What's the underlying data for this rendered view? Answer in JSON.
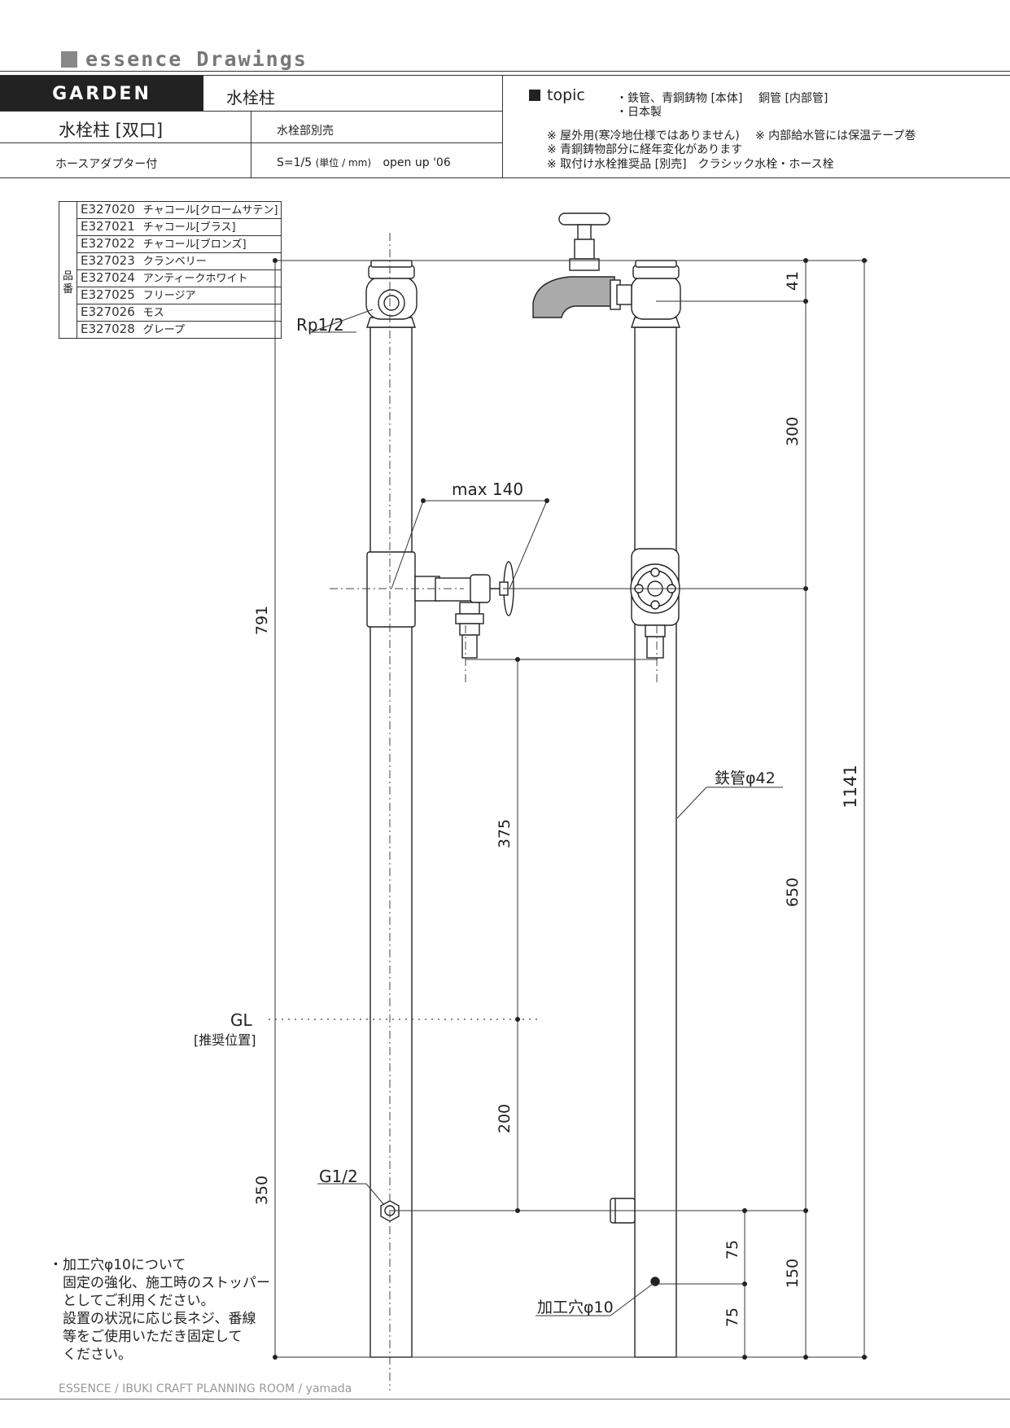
{
  "header": {
    "brand": "essence Drawings",
    "category": "GARDEN",
    "product_group": "水栓柱",
    "product_name": "水栓柱 [双口]",
    "faucet_sold_separately": "水栓部別売",
    "hose_adapter": "ホースアダプター付",
    "scale": "S=1/5",
    "unit": "(単位 / mm)",
    "open_up": "open up '06"
  },
  "topic": {
    "title": "topic",
    "material_line": "・鉄管、青銅鋳物 [本体]",
    "inner_pipe": "銅管 [内部管]",
    "made_in": "・日本製",
    "notes": [
      "※ 屋外用(寒冷地仕様ではありません)",
      "※ 内部給水管には保温テープ巻",
      "※ 青銅鋳物部分に経年変化があります",
      "※ 取付け水栓推奨品 [別売]　クラシック水栓・ホース栓"
    ]
  },
  "codes": {
    "label_top": "品",
    "label_bottom": "番",
    "items": [
      {
        "code": "E327020",
        "name": "チャコール[クロームサテン]"
      },
      {
        "code": "E327021",
        "name": "チャコール[ブラス]"
      },
      {
        "code": "E327022",
        "name": "チャコール[ブロンズ]"
      },
      {
        "code": "E327023",
        "name": "クランベリー"
      },
      {
        "code": "E327024",
        "name": "アンティークホワイト"
      },
      {
        "code": "E327025",
        "name": "フリージア"
      },
      {
        "code": "E327026",
        "name": "モス"
      },
      {
        "code": "E327028",
        "name": "グレープ"
      }
    ]
  },
  "drawing": {
    "rp_label": "Rp1/2",
    "g_label": "G1/2",
    "max_label": "max 140",
    "pipe_label": "鉄管φ42",
    "hole_label": "加工穴φ10",
    "gl_label": "GL",
    "gl_sub": "[推奨位置]",
    "dims": {
      "d41": "41",
      "d300": "300",
      "d791": "791",
      "d375": "375",
      "d650": "650",
      "d1141": "1141",
      "d200": "200",
      "d350": "350",
      "d75a": "75",
      "d75b": "75",
      "d150": "150"
    }
  },
  "note": {
    "lines": [
      "・加工穴φ10について",
      "　固定の強化、施工時のストッパー",
      "　としてご利用ください。",
      "　設置の状況に応じ長ネジ、番線",
      "　等をご使用いただき固定して",
      "　ください。"
    ]
  },
  "footer": "ESSENCE / IBUKI CRAFT  PLANNING ROOM / yamada"
}
